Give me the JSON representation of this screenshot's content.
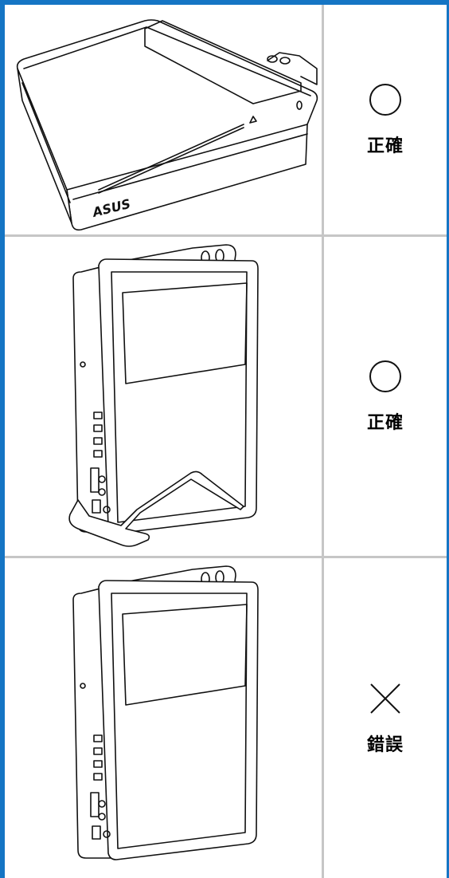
{
  "rows": [
    {
      "status": "correct",
      "symbol": "circle-icon",
      "label": "正確"
    },
    {
      "status": "correct",
      "symbol": "circle-icon",
      "label": "正確"
    },
    {
      "status": "wrong",
      "symbol": "cross-icon",
      "label": "錯誤"
    }
  ],
  "logo_text": "ASUS",
  "colors": {
    "frame": "#1575c4",
    "grid": "#c6c6c6",
    "ink": "#111111"
  }
}
